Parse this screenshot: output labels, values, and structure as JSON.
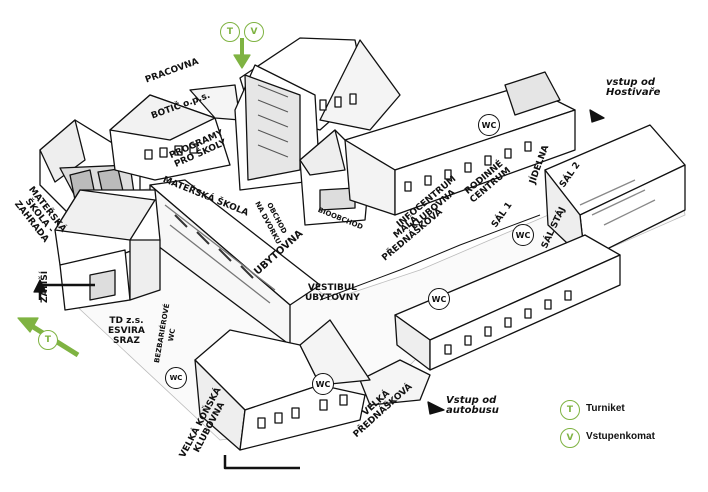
{
  "colors": {
    "accent": "#7fb342",
    "ink": "#111111"
  },
  "labels": {
    "pracovna": "PRACOVNA",
    "botic": "BOTIČ o.p.s.",
    "programy": "PROGRAMY\nPRO ŠKOLY",
    "ms_zahrada": "MATEŘSKÁ\nŠKOLA -\nZAHRADA",
    "ms": "MATEŘSKÁ ŠKOLA",
    "obchod_nadvorku": "OBCHOD\nNA DVORKU",
    "biobchod": "BIOOBCHOD",
    "infocentrum": "INFOCENTRUM\nKLUBOVNA",
    "rodinne": "RODINNÉ\nCENTRUM",
    "jidelna": "JÍDELNA",
    "sal1": "SÁL 1",
    "sal2": "SÁL 2",
    "sal_staj": "SÁL STÁJ",
    "mala": "MALÁ\nPŘEDNÁŠKOVÁ",
    "ubytovna": "UBYTOVNA",
    "vestibul": "VESTIBUL\nUBYTOVNY",
    "td": "TD z.s.\nESVIRA\nSRAZ",
    "zatisi": "ZÁTIŠÍ",
    "bezbarierove": "BEZBARIÉROVÉ\nWC",
    "velka_konska": "VELKÁ KOŇSKÁ\nKLUBOVNA",
    "velka_prednaskova": "VELKÁ\nPŘEDNÁŠKOVÁ",
    "vstup_hostivar": "vstup od\nHostivaře",
    "vstup_autobus": "Vstup od\nautobusu",
    "wc": "WC"
  },
  "badges": {
    "t": "T",
    "v": "V"
  },
  "legend": [
    {
      "letter": "T",
      "text": "Turniket"
    },
    {
      "letter": "V",
      "text": "Vstupenkomat"
    }
  ]
}
